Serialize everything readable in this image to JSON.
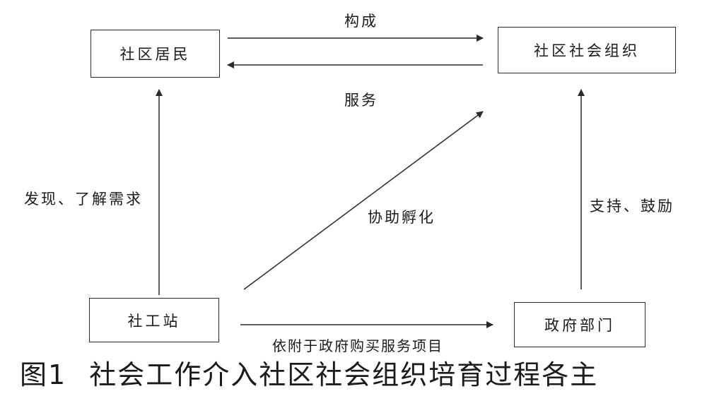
{
  "nodes": {
    "residents": "社区居民",
    "social_org": "社区社会组织",
    "social_work_station": "社工站",
    "government": "政府部门"
  },
  "edges": {
    "constitute": "构成",
    "serve": "服务",
    "discover_needs": "发现、了解需求",
    "assist_incubate": "协助孵化",
    "support_encourage": "支持、鼓励",
    "purchase_services": "依附于政府购买服务项目"
  },
  "caption": {
    "number": "图1",
    "title": "社会工作介入社区社会组织培育过程各主"
  }
}
